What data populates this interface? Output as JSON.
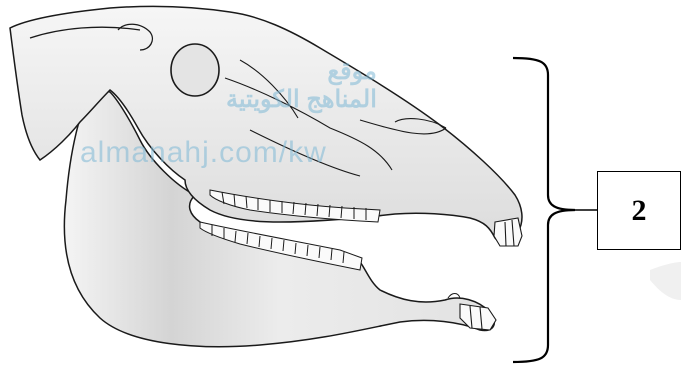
{
  "label": {
    "text": "2"
  },
  "watermark": {
    "line1": "موقع",
    "line2": "المناهج الكويتية",
    "url": "almanahj.com/kw",
    "color": "#7fb9d6"
  },
  "colors": {
    "bone": "#e8e8e8",
    "bone_shade": "#cfcfcf",
    "outline": "#1a1a1a"
  }
}
